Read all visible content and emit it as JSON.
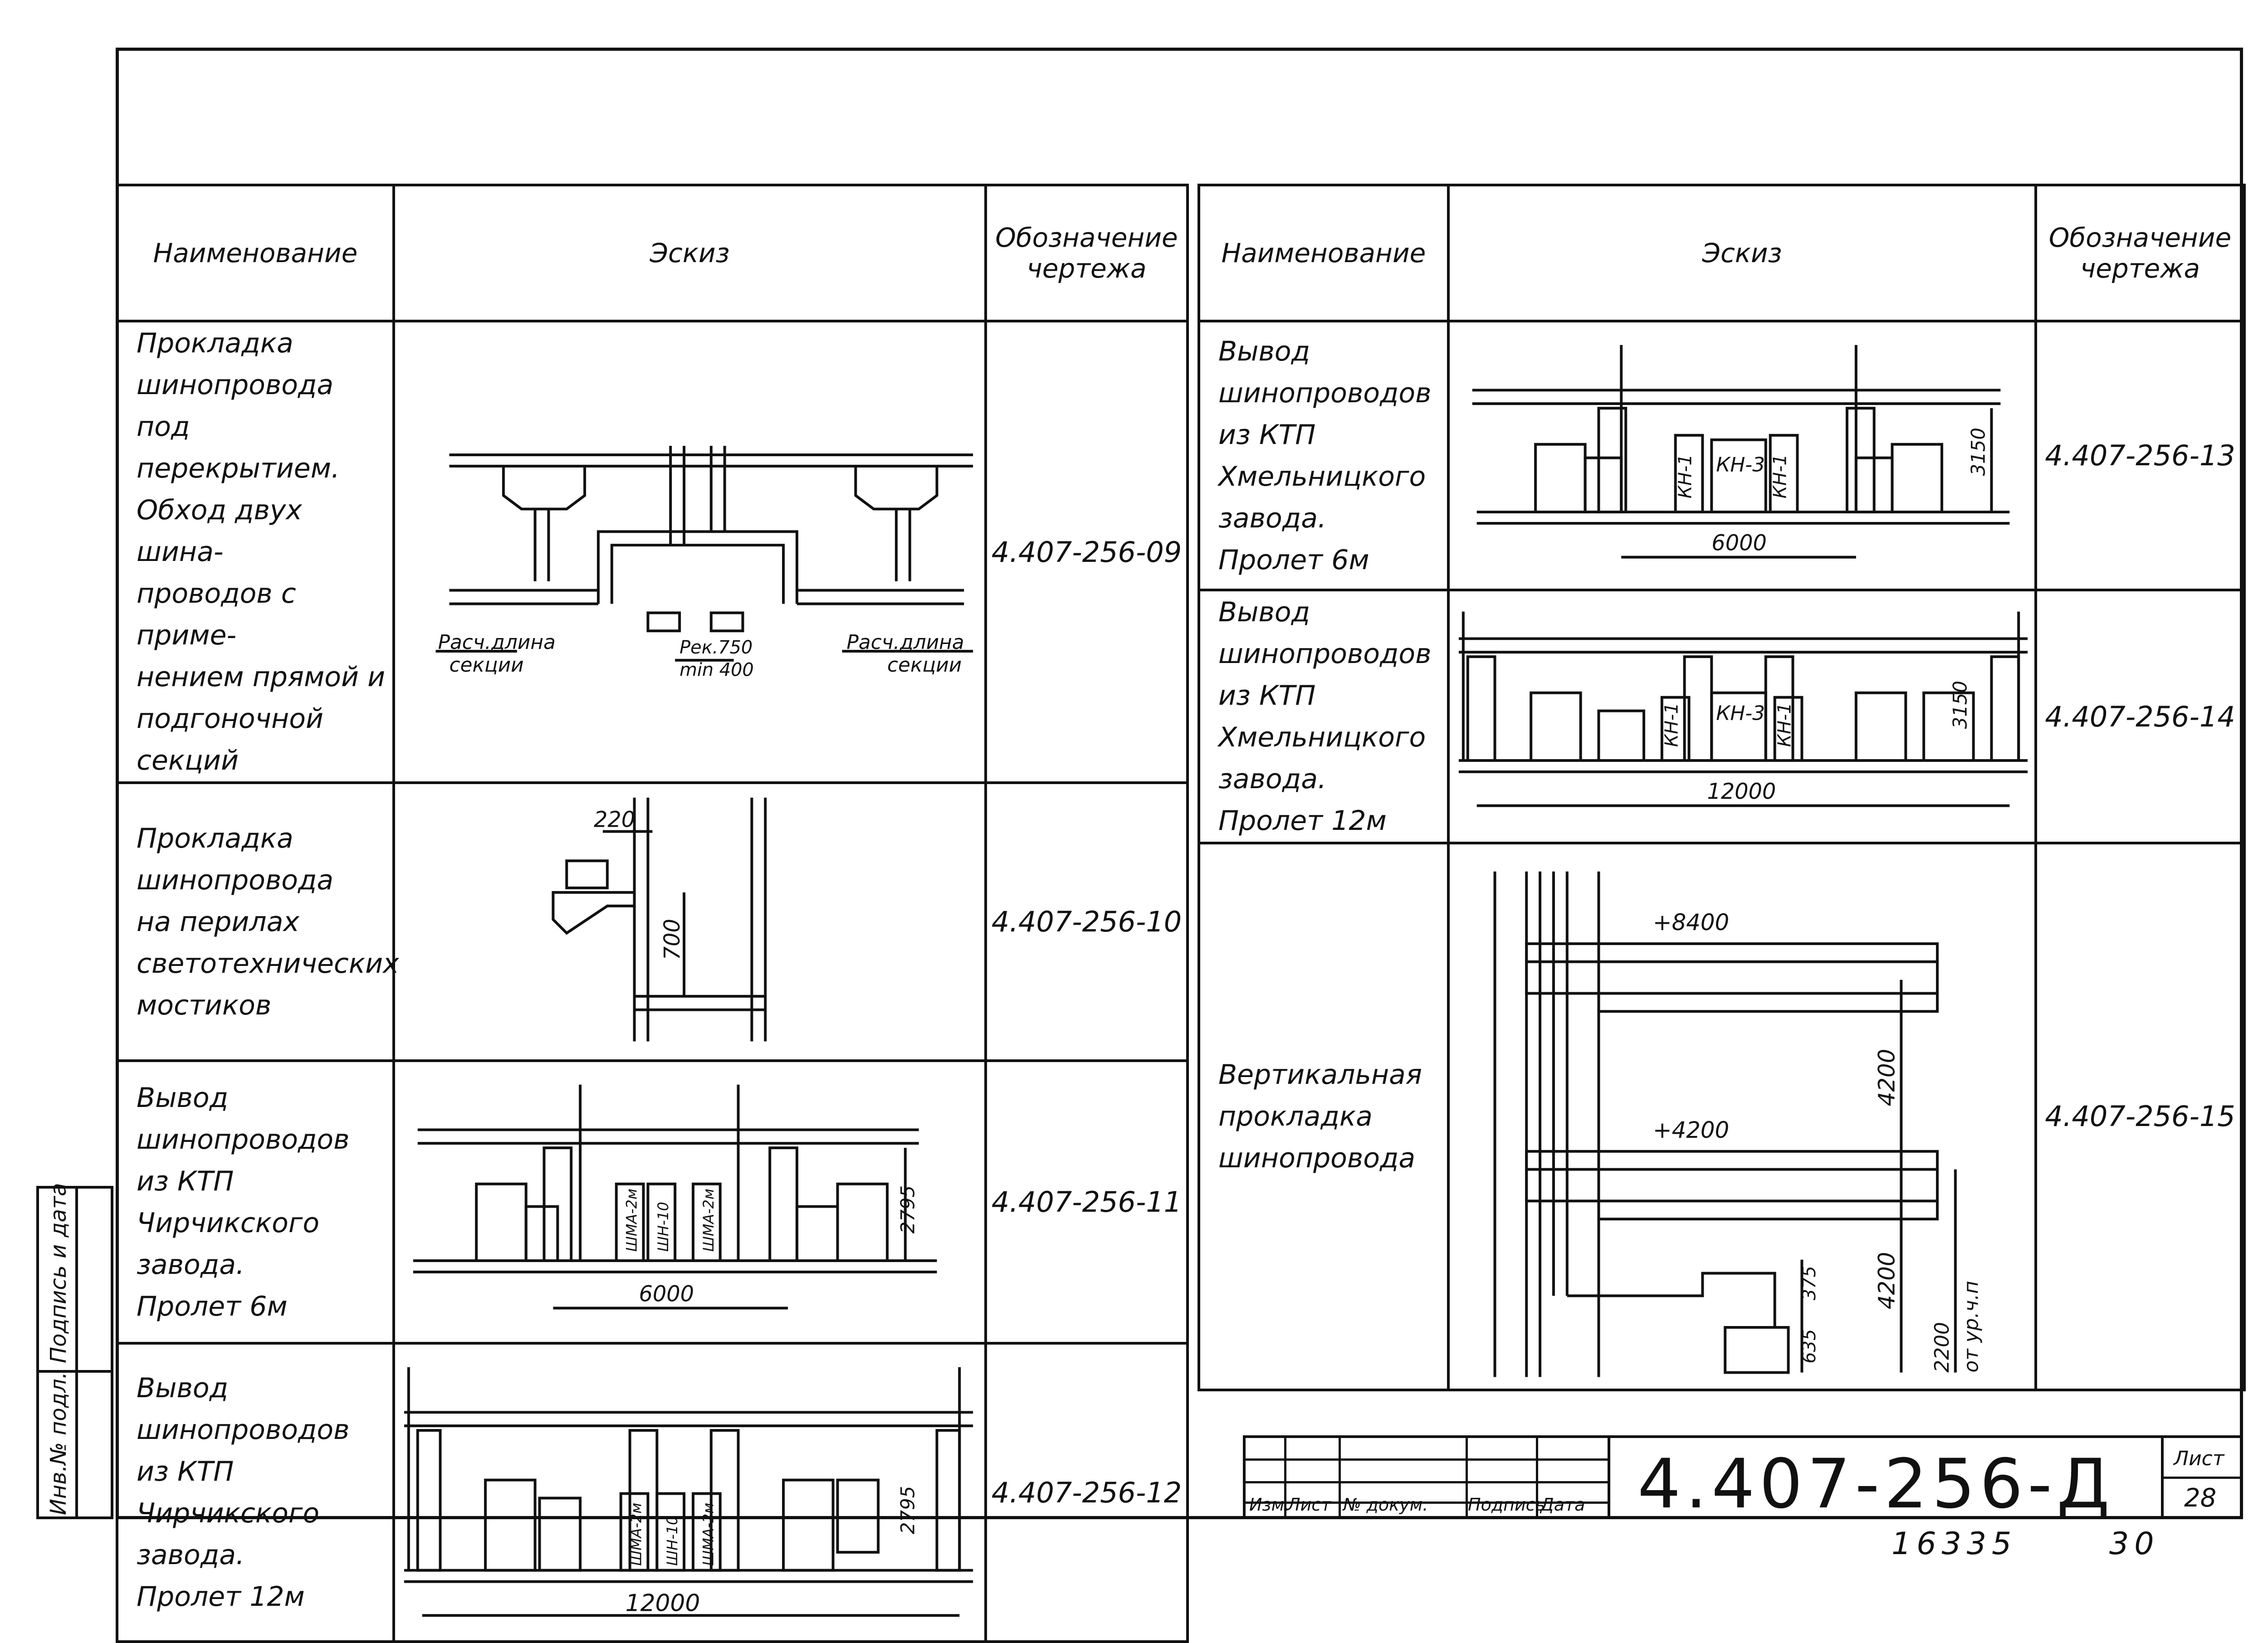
{
  "headers": {
    "name": "Наименование",
    "sketch": "Эскиз",
    "designation_line1": "Обозначение",
    "designation_line2": "чертежа"
  },
  "left_rows": [
    {
      "name_lines": [
        "Прокладка",
        "шинопровода",
        "под перекрытием.",
        "Обход двух шина-",
        "проводов с приме-",
        "нением прямой и",
        "подгоночной секций"
      ],
      "code": "4.407-256-09",
      "sketch": {
        "labels": [
          "Расч.длина",
          "секции",
          "Рек.750",
          "min 400",
          "Расч.длина",
          "секции"
        ]
      }
    },
    {
      "name_lines": [
        "Прокладка",
        "шинопровода",
        "на перилах",
        "светотехнических",
        "мостиков"
      ],
      "code": "4.407-256-10",
      "sketch": {
        "labels": [
          "220",
          "700"
        ]
      }
    },
    {
      "name_lines": [
        "Вывод",
        "шинопроводов",
        "из КТП",
        "Чирчикского",
        "завода.",
        "Пролет 6м"
      ],
      "code": "4.407-256-11",
      "sketch": {
        "labels": [
          "6000",
          "2795",
          "ШМА-2м",
          "ШН-10",
          "ШМА-2м"
        ]
      }
    },
    {
      "name_lines": [
        "Вывод",
        "шинопроводов",
        "из КТП",
        "Чирчикского",
        "завода.",
        "Пролет 12м"
      ],
      "code": "4.407-256-12",
      "sketch": {
        "labels": [
          "12000",
          "2795",
          "ШМА-2м",
          "ШН-10",
          "ШМА-2м"
        ]
      }
    }
  ],
  "right_rows": [
    {
      "name_lines": [
        "Вывод",
        "шинопроводов",
        "из КТП",
        "Хмельницкого",
        "завода.",
        "Пролет 6м"
      ],
      "code": "4.407-256-13",
      "sketch": {
        "labels": [
          "КН-1",
          "КН-3",
          "КН-1",
          "3150",
          "6000"
        ]
      }
    },
    {
      "name_lines": [
        "Вывод",
        "шинопроводов",
        "из КТП",
        "Хмельницкого",
        "завода.",
        "Пролет 12м"
      ],
      "code": "4.407-256-14",
      "sketch": {
        "labels": [
          "КН-1",
          "КН-3",
          "КН-1",
          "3150",
          "12000"
        ]
      }
    },
    {
      "name_lines": [
        "Вертикальная",
        "прокладка",
        "шинопровода"
      ],
      "code": "4.407-256-15",
      "sketch": {
        "labels": [
          "+8400",
          "+4200",
          "4200",
          "4200",
          "375",
          "635",
          "2200",
          "от ур.ч.п"
        ]
      }
    }
  ],
  "side_stamp": {
    "col1": "Инв.№ подл.",
    "col2": "Подпись и дата"
  },
  "title_block": {
    "captions": [
      "Изм.",
      "Лист",
      "№ докум.",
      "Подпись",
      "Дата"
    ],
    "code": "4.407-256-Д",
    "sheet_label": "Лист",
    "sheet_number": "28"
  },
  "footer": {
    "archive_number": "16335",
    "page_number": "30"
  }
}
